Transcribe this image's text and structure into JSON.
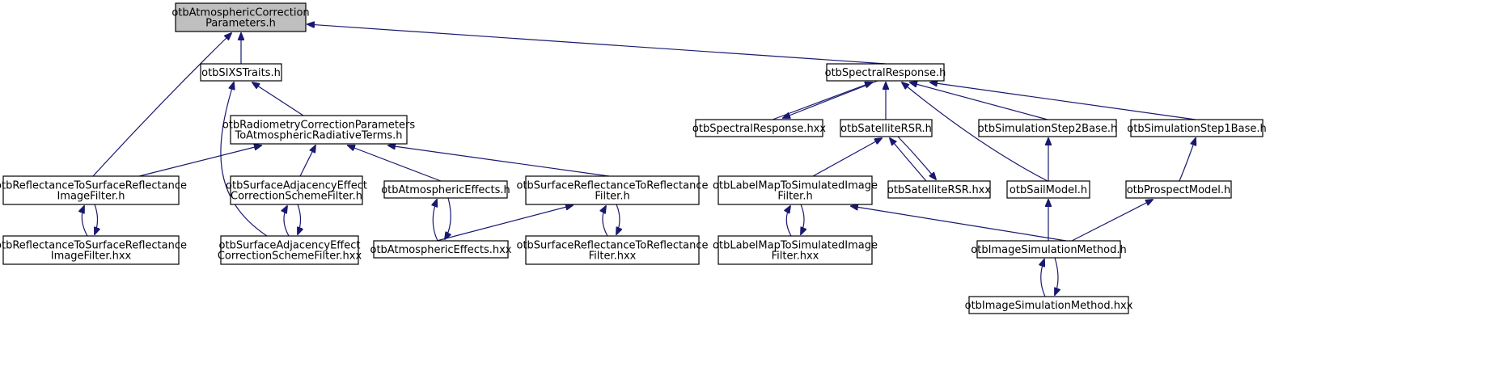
{
  "diagram": {
    "nodes": [
      {
        "id": "atmcorr",
        "lines": [
          "otbAtmosphericCorrection",
          "Parameters.h"
        ],
        "root": true
      },
      {
        "id": "sixs",
        "lines": [
          "otbSIXSTraits.h"
        ]
      },
      {
        "id": "spectral_h",
        "lines": [
          "otbSpectralResponse.h"
        ]
      },
      {
        "id": "radio",
        "lines": [
          "otbRadiometryCorrectionParameters",
          "ToAtmosphericRadiativeTerms.h"
        ]
      },
      {
        "id": "spectral_hxx",
        "lines": [
          "otbSpectralResponse.hxx"
        ]
      },
      {
        "id": "satrsr_h",
        "lines": [
          "otbSatelliteRSR.h"
        ]
      },
      {
        "id": "step2",
        "lines": [
          "otbSimulationStep2Base.h"
        ]
      },
      {
        "id": "step1",
        "lines": [
          "otbSimulationStep1Base.h"
        ]
      },
      {
        "id": "refl_h",
        "lines": [
          "otbReflectanceToSurfaceReflectance",
          "ImageFilter.h"
        ]
      },
      {
        "id": "adj_h",
        "lines": [
          "otbSurfaceAdjacencyEffect",
          "CorrectionSchemeFilter.h"
        ]
      },
      {
        "id": "atmeff_h",
        "lines": [
          "otbAtmosphericEffects.h"
        ]
      },
      {
        "id": "surf_h",
        "lines": [
          "otbSurfaceReflectanceToReflectance",
          "Filter.h"
        ]
      },
      {
        "id": "label_h",
        "lines": [
          "otbLabelMapToSimulatedImage",
          "Filter.h"
        ]
      },
      {
        "id": "satrsr_hxx",
        "lines": [
          "otbSatelliteRSR.hxx"
        ]
      },
      {
        "id": "sail",
        "lines": [
          "otbSailModel.h"
        ]
      },
      {
        "id": "prospect",
        "lines": [
          "otbProspectModel.h"
        ]
      },
      {
        "id": "refl_hxx",
        "lines": [
          "otbReflectanceToSurfaceReflectance",
          "ImageFilter.hxx"
        ]
      },
      {
        "id": "adj_hxx",
        "lines": [
          "otbSurfaceAdjacencyEffect",
          "CorrectionSchemeFilter.hxx"
        ]
      },
      {
        "id": "atmeff_hxx",
        "lines": [
          "otbAtmosphericEffects.hxx"
        ]
      },
      {
        "id": "surf_hxx",
        "lines": [
          "otbSurfaceReflectanceToReflectance",
          "Filter.hxx"
        ]
      },
      {
        "id": "label_hxx",
        "lines": [
          "otbLabelMapToSimulatedImage",
          "Filter.hxx"
        ]
      },
      {
        "id": "imgsim_h",
        "lines": [
          "otbImageSimulationMethod.h"
        ]
      },
      {
        "id": "imgsim_hxx",
        "lines": [
          "otbImageSimulationMethod.hxx"
        ]
      }
    ],
    "edges": [
      {
        "from": "sixs",
        "to": "atmcorr"
      },
      {
        "from": "refl_h",
        "to": "atmcorr"
      },
      {
        "from": "spectral_h",
        "to": "atmcorr"
      },
      {
        "from": "radio",
        "to": "sixs"
      },
      {
        "from": "adj_hxx",
        "to": "sixs"
      },
      {
        "from": "refl_h",
        "to": "radio"
      },
      {
        "from": "adj_h",
        "to": "radio"
      },
      {
        "from": "atmeff_h",
        "to": "radio"
      },
      {
        "from": "surf_h",
        "to": "radio"
      },
      {
        "from": "refl_hxx",
        "to": "refl_h"
      },
      {
        "from": "refl_h",
        "to": "refl_hxx"
      },
      {
        "from": "adj_hxx",
        "to": "adj_h"
      },
      {
        "from": "adj_h",
        "to": "adj_hxx"
      },
      {
        "from": "atmeff_hxx",
        "to": "atmeff_h"
      },
      {
        "from": "atmeff_h",
        "to": "atmeff_hxx"
      },
      {
        "from": "atmeff_hxx",
        "to": "surf_h"
      },
      {
        "from": "surf_hxx",
        "to": "surf_h"
      },
      {
        "from": "surf_h",
        "to": "surf_hxx"
      },
      {
        "from": "spectral_hxx",
        "to": "spectral_h"
      },
      {
        "from": "spectral_h",
        "to": "spectral_hxx"
      },
      {
        "from": "satrsr_h",
        "to": "spectral_h"
      },
      {
        "from": "sail",
        "to": "spectral_h"
      },
      {
        "from": "step2",
        "to": "spectral_h"
      },
      {
        "from": "step1",
        "to": "spectral_h"
      },
      {
        "from": "label_h",
        "to": "satrsr_h"
      },
      {
        "from": "satrsr_hxx",
        "to": "satrsr_h"
      },
      {
        "from": "satrsr_h",
        "to": "satrsr_hxx"
      },
      {
        "from": "sail",
        "to": "step2"
      },
      {
        "from": "prospect",
        "to": "step1"
      },
      {
        "from": "label_hxx",
        "to": "label_h"
      },
      {
        "from": "label_h",
        "to": "label_hxx"
      },
      {
        "from": "imgsim_h",
        "to": "label_h"
      },
      {
        "from": "imgsim_h",
        "to": "sail"
      },
      {
        "from": "imgsim_h",
        "to": "prospect"
      },
      {
        "from": "imgsim_hxx",
        "to": "imgsim_h"
      },
      {
        "from": "imgsim_h",
        "to": "imgsim_hxx"
      }
    ]
  },
  "colors": {
    "edge": "#191970",
    "root_fill": "#bfbfbf",
    "node_fill": "#ffffff",
    "node_border": "#000000"
  }
}
